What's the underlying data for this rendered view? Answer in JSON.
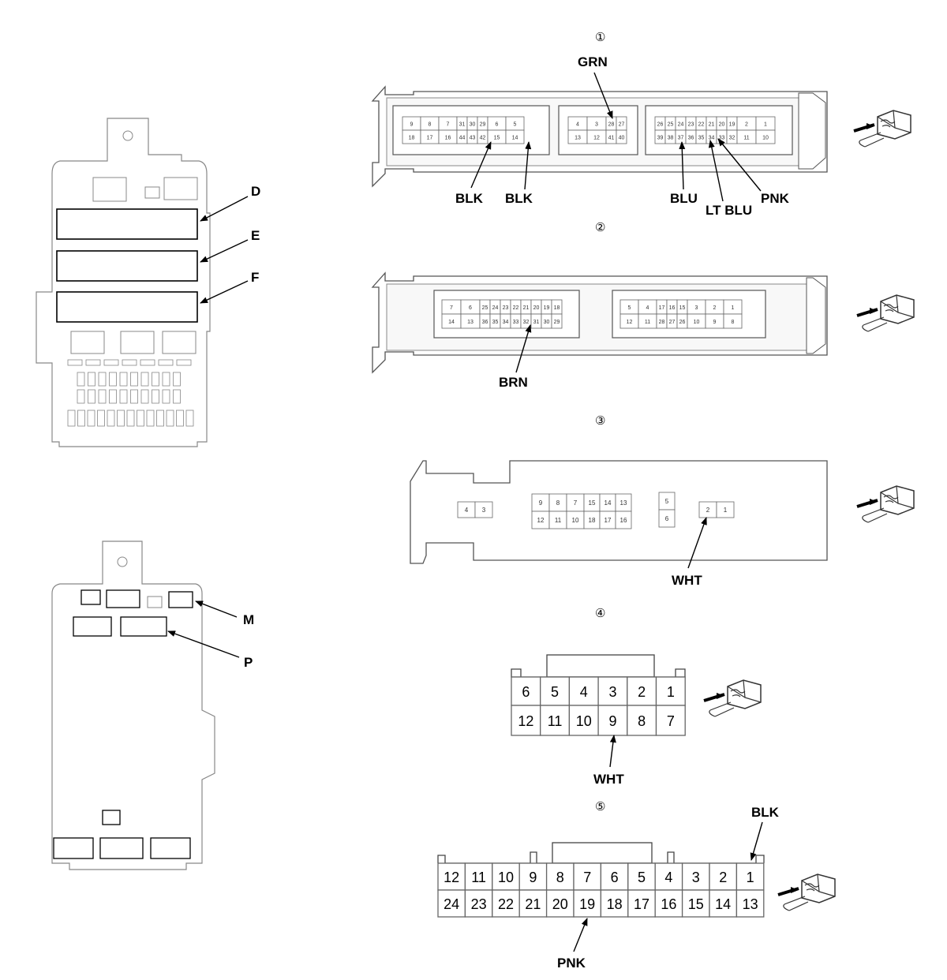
{
  "fuse_box_upper": {
    "callouts": [
      "D",
      "E",
      "F"
    ]
  },
  "fuse_box_lower": {
    "callouts": [
      "M",
      "P"
    ]
  },
  "connectors": [
    {
      "number": "①",
      "wire_labels": [
        "GRN",
        "BLK",
        "BLK",
        "BLU",
        "LT BLU",
        "PNK"
      ],
      "pins": {
        "block_a_top": [
          "9",
          "8",
          "7",
          "31",
          "30",
          "29",
          "6",
          "5"
        ],
        "block_a_bottom": [
          "18",
          "17",
          "16",
          "44",
          "43",
          "42",
          "15",
          "14"
        ],
        "block_b_top": [
          "4",
          "3",
          "28",
          "27"
        ],
        "block_b_bottom": [
          "13",
          "12",
          "41",
          "40"
        ],
        "block_c_top": [
          "26",
          "25",
          "24",
          "23",
          "22",
          "21",
          "20",
          "19",
          "2",
          "1"
        ],
        "block_c_bottom": [
          "39",
          "38",
          "37",
          "36",
          "35",
          "34",
          "33",
          "32",
          "11",
          "10"
        ]
      }
    },
    {
      "number": "②",
      "wire_labels": [
        "BRN"
      ],
      "pins": {
        "block_a_top": [
          "7",
          "6",
          "25",
          "24",
          "23",
          "22",
          "21",
          "20",
          "19",
          "18"
        ],
        "block_a_bottom": [
          "14",
          "13",
          "36",
          "35",
          "34",
          "33",
          "32",
          "31",
          "30",
          "29"
        ],
        "block_b_top": [
          "5",
          "4",
          "17",
          "16",
          "15",
          "3",
          "2",
          "1"
        ],
        "block_b_bottom": [
          "12",
          "11",
          "28",
          "27",
          "26",
          "10",
          "9",
          "8"
        ]
      }
    },
    {
      "number": "③",
      "wire_labels": [
        "WHT"
      ],
      "pins": {
        "pair_a": [
          "4",
          "3"
        ],
        "block_top": [
          "9",
          "8",
          "7",
          "15",
          "14",
          "13"
        ],
        "block_bottom": [
          "12",
          "11",
          "10",
          "18",
          "17",
          "16"
        ],
        "single": [
          "5",
          "6"
        ],
        "pair_b": [
          "2",
          "1"
        ]
      }
    },
    {
      "number": "④",
      "wire_labels": [
        "WHT"
      ],
      "pins": {
        "top": [
          "6",
          "5",
          "4",
          "3",
          "2",
          "1"
        ],
        "bottom": [
          "12",
          "11",
          "10",
          "9",
          "8",
          "7"
        ]
      }
    },
    {
      "number": "⑤",
      "wire_labels": [
        "BLK",
        "PNK"
      ],
      "pins": {
        "top": [
          "12",
          "11",
          "10",
          "9",
          "8",
          "7",
          "6",
          "5",
          "4",
          "3",
          "2",
          "1"
        ],
        "bottom": [
          "24",
          "23",
          "22",
          "21",
          "20",
          "19",
          "18",
          "17",
          "16",
          "15",
          "14",
          "13"
        ]
      }
    }
  ]
}
